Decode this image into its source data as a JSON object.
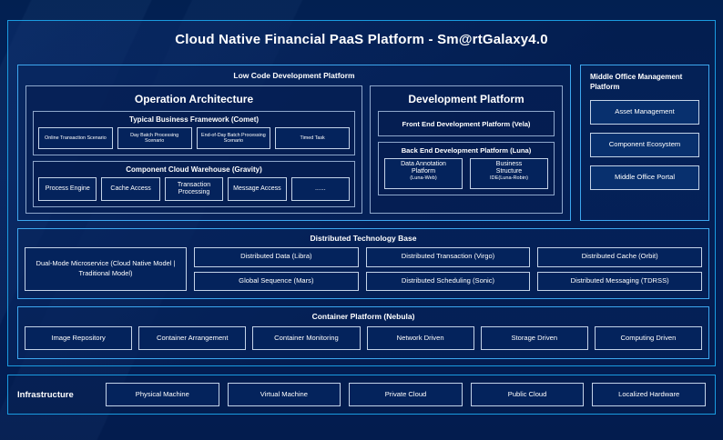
{
  "theme": {
    "background": "#031a4a",
    "frame_border": "#1a9be0",
    "panel_border": "#3da7ef",
    "chip_border": "#c3d3e8",
    "chip_fill": "#04235c",
    "text": "#ffffff"
  },
  "header": {
    "title": "Cloud Native Financial PaaS Platform - Sm@rtGalaxy4.0"
  },
  "low_code_platform": {
    "title": "Low Code Development Platform",
    "operation_architecture": {
      "title": "Operation Architecture",
      "typical_business_framework": {
        "title": "Typical Business Framework (Comet)",
        "items": [
          "Online Transaction Scenario",
          "Day Batch Processing Scenario",
          "End-of-Day Batch Processing Scenario",
          "Timed Task"
        ]
      },
      "component_cloud_warehouse": {
        "title": "Component Cloud Warehouse (Gravity)",
        "items": [
          "Process Engine",
          "Cache Access",
          "Transaction Processing",
          "Message Access",
          "......"
        ]
      }
    },
    "development_platform": {
      "title": "Development Platform",
      "front_end": "Front End Development Platform (Vela)",
      "back_end": {
        "title": "Back End Development Platform (Luna)",
        "items": [
          {
            "line1": "Data Annotation",
            "line2": "Platform",
            "line3": "(Luna-Web)"
          },
          {
            "line1": "Business",
            "line2": "Structure",
            "line3": "IDE(Luna-Robin)"
          }
        ]
      }
    }
  },
  "middle_office": {
    "title": "Middle Office Management Platform",
    "items": [
      "Asset Management",
      "Component Ecosystem",
      "Middle Office Portal"
    ]
  },
  "distributed_technology_base": {
    "title": "Distributed Technology Base",
    "dual_mode": "Dual-Mode Microservice (Cloud Native Model | Traditional Model)",
    "columns": [
      [
        "Distributed Data (Libra)",
        "Global Sequence (Mars)"
      ],
      [
        "Distributed Transaction (Virgo)",
        "Distributed Scheduling (Sonic)"
      ],
      [
        "Distributed Cache (Orbit)",
        "Distributed Messaging (TDRSS)"
      ]
    ]
  },
  "container_platform": {
    "title": "Container Platform (Nebula)",
    "items": [
      "Image Repository",
      "Container Arrangement",
      "Container Monitoring",
      "Network Driven",
      "Storage Driven",
      "Computing Driven"
    ]
  },
  "infrastructure": {
    "label": "Infrastructure",
    "items": [
      "Physical Machine",
      "Virtual Machine",
      "Private Cloud",
      "Public Cloud",
      "Localized Hardware"
    ]
  }
}
